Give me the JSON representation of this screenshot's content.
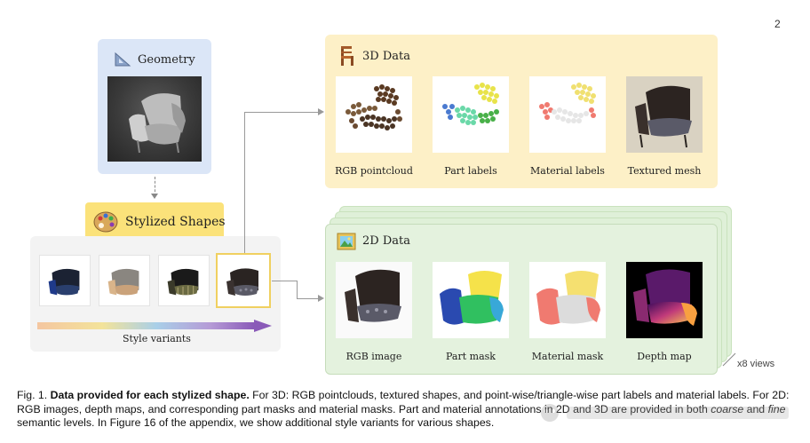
{
  "page_number": "2",
  "geometry_panel": {
    "title": "Geometry",
    "icon": "triangle-ruler-icon",
    "color": "#dbe6f7"
  },
  "stylized_shapes": {
    "label": "Stylized Shapes",
    "icon": "palette-icon",
    "color": "#fbe27a"
  },
  "style_variants": {
    "caption": "Style variants",
    "items": [
      "variant-blue",
      "variant-tan",
      "variant-olive-striped",
      "variant-dark-patterned"
    ],
    "selected_index": 3
  },
  "panel_3d": {
    "title": "3D Data",
    "icon": "chair-icon",
    "color": "#fdf0c7",
    "items": [
      {
        "caption": "RGB pointcloud"
      },
      {
        "caption": "Part labels"
      },
      {
        "caption": "Material labels"
      },
      {
        "caption": "Textured mesh"
      }
    ]
  },
  "panel_2d": {
    "title": "2D Data",
    "icon": "picture-icon",
    "color": "#e4f2de",
    "views_label": "x8 views",
    "items": [
      {
        "caption": "RGB image"
      },
      {
        "caption": "Part mask"
      },
      {
        "caption": "Material mask"
      },
      {
        "caption": "Depth map"
      }
    ]
  },
  "caption": {
    "label": "Fig. 1.",
    "bold": "Data provided for each stylized shape.",
    "part1": "For 3D: RGB pointclouds, textured shapes, and point-wise/triangle-wise part labels and material labels. For 2D: RGB images, depth maps, and corresponding part masks and material masks. Part and material annotations in 2D and 3D are provided in both",
    "coarse": "coarse",
    "and": "and",
    "fine": "fine",
    "part2": "semantic levels. In Figure 16 of the appendix, we show additional style variants for various shapes."
  }
}
